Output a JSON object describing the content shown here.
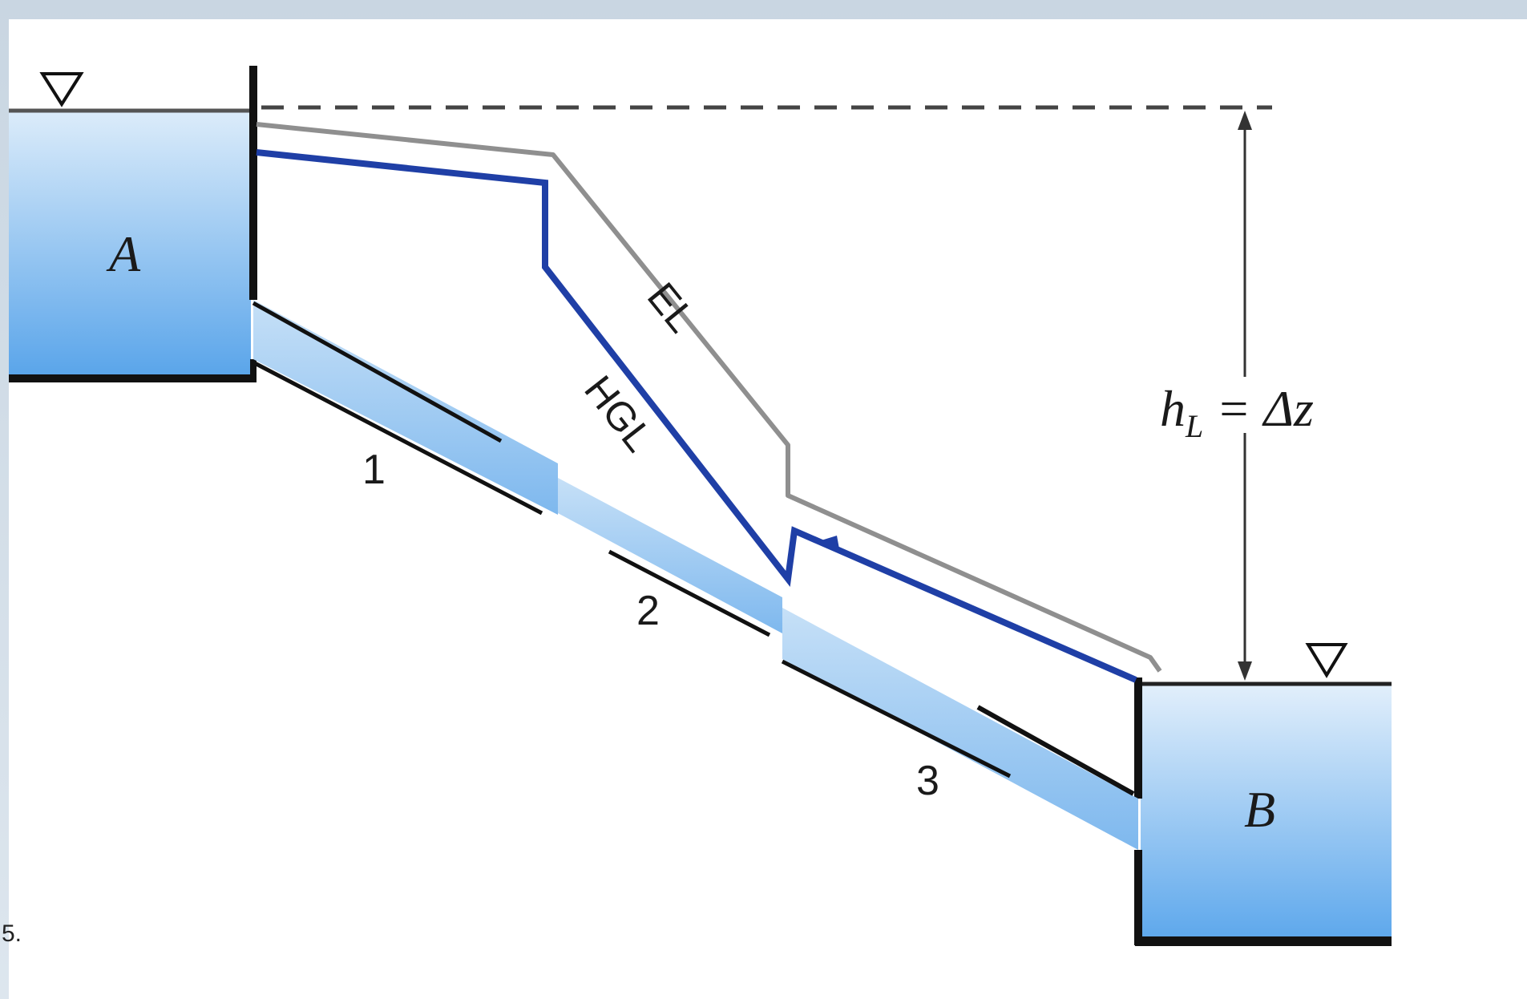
{
  "colors": {
    "water_light": "#d9ebfa",
    "water_dark": "#5da7ea",
    "hgl": "#1f3fa6",
    "el": "#8f8f8f",
    "outline": "#111111"
  },
  "reservoir_a": {
    "label": "A"
  },
  "reservoir_b": {
    "label": "B"
  },
  "pipes": [
    {
      "label": "1"
    },
    {
      "label": "2"
    },
    {
      "label": "3"
    }
  ],
  "energy_line": {
    "label": "EL"
  },
  "hydraulic_grade_line": {
    "label": "HGL"
  },
  "head_loss": {
    "symbol": "h",
    "subscript": "L",
    "rhs": "= Δz"
  },
  "corner_fragment": "5."
}
